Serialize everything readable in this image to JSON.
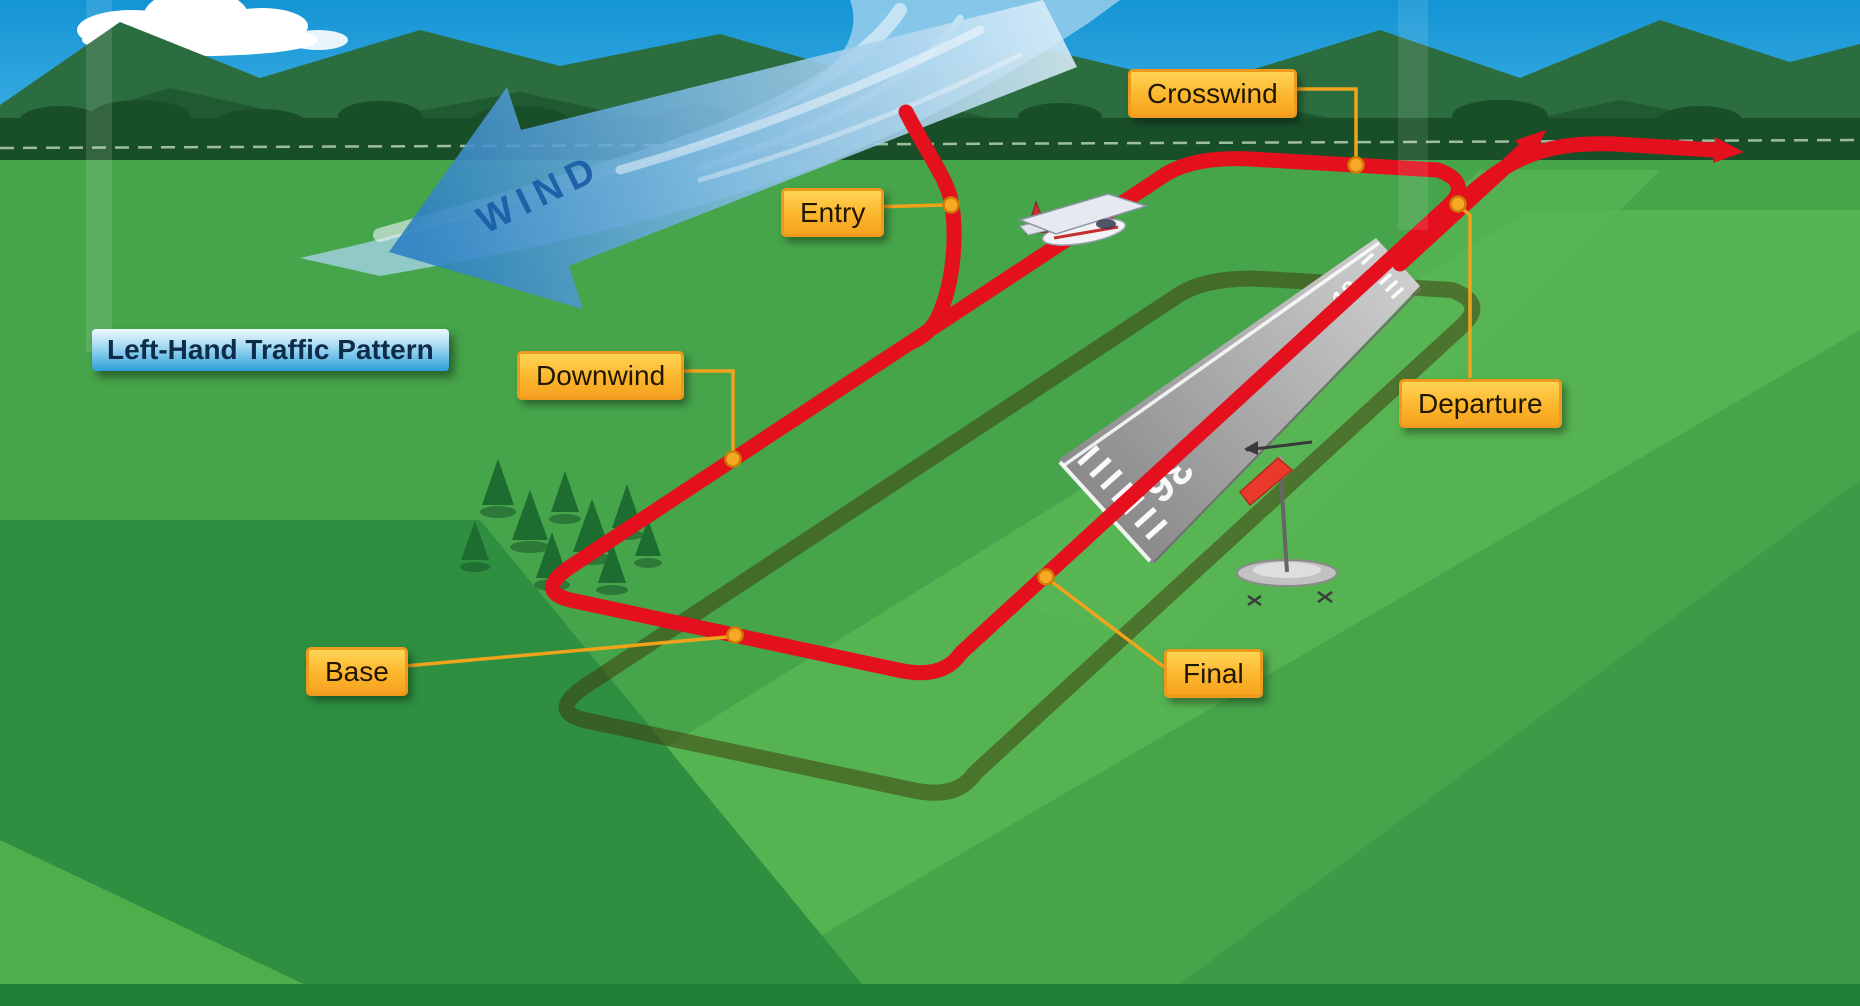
{
  "diagram": {
    "title": "Left-Hand Traffic Pattern",
    "wind_label": "WIND",
    "runway": {
      "near_number": "36",
      "far_number": "18"
    },
    "segment_labels": {
      "entry": "Entry",
      "crosswind": "Crosswind",
      "downwind": "Downwind",
      "base": "Base",
      "final": "Final",
      "departure": "Departure"
    },
    "colors": {
      "pattern_red": "#e4101e",
      "pattern_shadow": "#3f3408",
      "label_fill_top": "#ffd455",
      "label_fill_bottom": "#f5a21f",
      "label_border": "#ee9a1c",
      "leader_orange": "#f2a31c",
      "wind_blue": "#2b7fc4",
      "wind_text_blue": "#1b5fa8",
      "title_blue": "#2d9fd9",
      "field_green": "#46a44a",
      "field_dark_green": "#2e8f40",
      "runway_gray": "#a4a4a4",
      "sky_blue": "#1899d6",
      "windsock_red": "#e8392a"
    }
  }
}
